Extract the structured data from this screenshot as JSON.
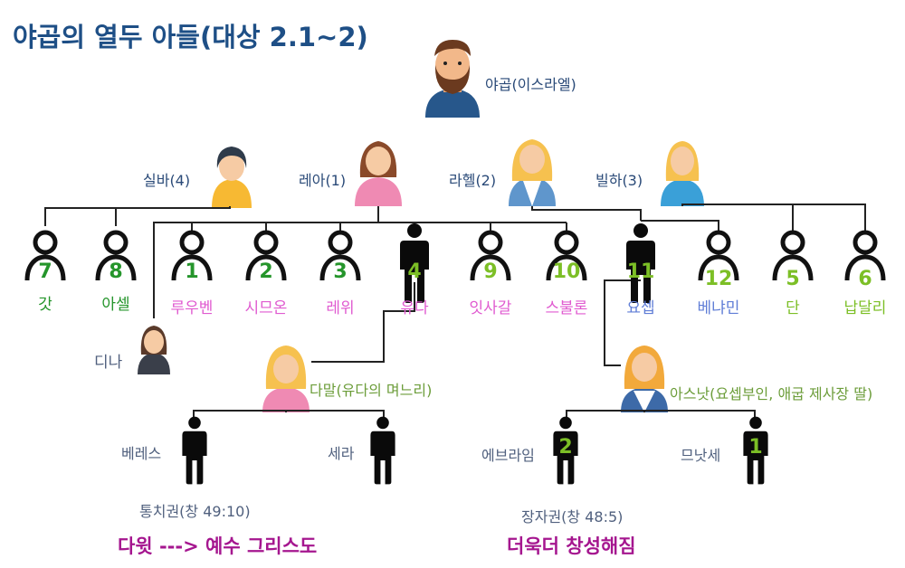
{
  "title": "야곱의  열두 아들(대상 2.1~2)",
  "people": {
    "jacob": "야곱(이스라엘)",
    "zilpah": "실바(4)",
    "leah": "레아(1)",
    "rachel": "라헬(2)",
    "bilhah": "빌하(3)",
    "dinah": "디나",
    "tamar": "다말(유다의 며느리)",
    "asenath": "아스낫(요셉부인, 애굽 제사장 딸)"
  },
  "sons": [
    {
      "num": "7",
      "name": "갓"
    },
    {
      "num": "8",
      "name": "아셀"
    },
    {
      "num": "1",
      "name": "루우벤"
    },
    {
      "num": "2",
      "name": "시므온"
    },
    {
      "num": "3",
      "name": "레위"
    },
    {
      "num": "4",
      "name": "유다"
    },
    {
      "num": "9",
      "name": "잇사갈"
    },
    {
      "num": "10",
      "name": "스불론"
    },
    {
      "num": "11",
      "name": "요셉"
    },
    {
      "num": "12",
      "name": "베냐민"
    },
    {
      "num": "5",
      "name": "단"
    },
    {
      "num": "6",
      "name": "납달리"
    }
  ],
  "grandsons": {
    "perez": "베레스",
    "zerah": "세라",
    "ephraim": "에브라임",
    "ephraim_num": "2",
    "manasseh": "므낫세",
    "manasseh_num": "1"
  },
  "notes": {
    "scepter": "통치권(창 49:10)",
    "birthright": "장자권(창 48:5)",
    "david": "다윗 ---> 예수 그리스도",
    "prosper": "더욱더 창성해짐"
  },
  "colors": {
    "title": "#1e4f86",
    "line": "#222222",
    "green": "#25952b",
    "lime": "#7cbf26",
    "pink": "#e05bd0",
    "blue": "#5f7dd6",
    "magenta": "#a5168f"
  }
}
